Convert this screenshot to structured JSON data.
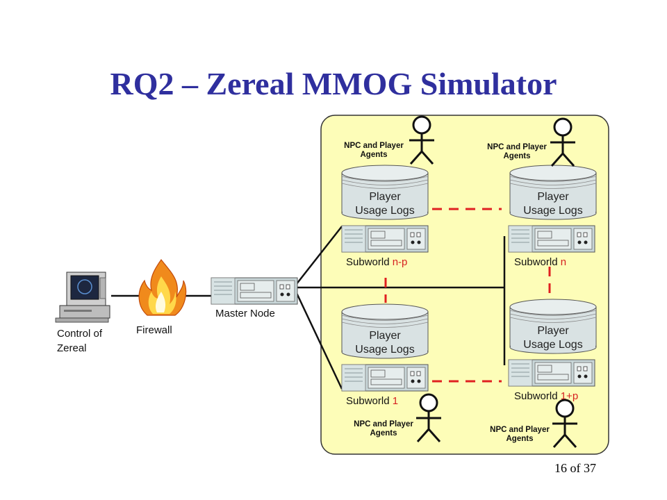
{
  "slide": {
    "title": "RQ2 – Zereal MMOG Simulator",
    "page": "16 of 37"
  },
  "diagram": {
    "control": {
      "line1": "Control of",
      "line2": "Zereal"
    },
    "firewall": "Firewall",
    "master": "Master Node",
    "subworlds": [
      {
        "name": "Subworld",
        "suffix": "n-p"
      },
      {
        "name": "Subworld",
        "suffix": "n"
      },
      {
        "name": "Subworld",
        "suffix": "1"
      },
      {
        "name": "Subworld",
        "suffix": "1+p"
      }
    ],
    "logs": {
      "line1": "Player",
      "line2": "Usage Logs"
    },
    "agents": {
      "line1": "NPC and Player",
      "line2": "Agents"
    }
  },
  "colors": {
    "title": "#2f2f9e",
    "panel": "#fdfdb8",
    "server": "#c8d6d8",
    "dashed": "#e02020",
    "suffix": "#d62020"
  }
}
